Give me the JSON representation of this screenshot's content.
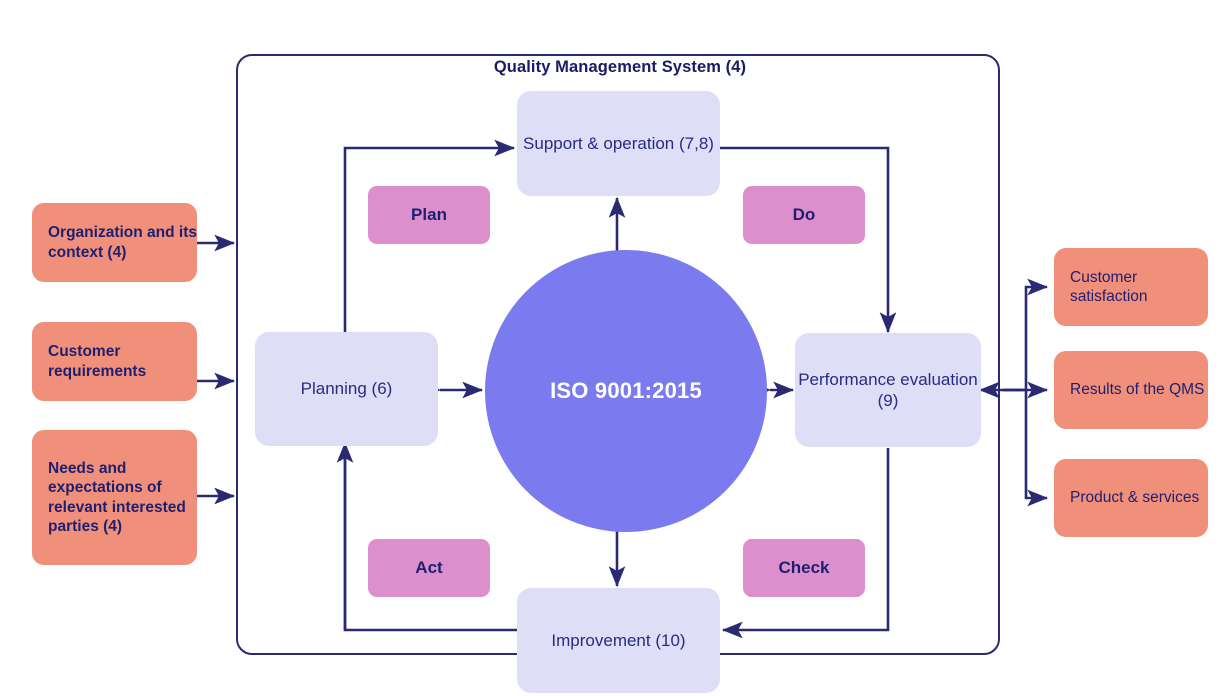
{
  "diagram": {
    "title": "ISO 9001:2015 Quality Management System process model",
    "center": {
      "label": "ISO 9001:2015"
    },
    "qms": {
      "title": "Quality Management System (4)"
    },
    "inputs": [
      {
        "id": "organization-context",
        "label": "Organization and its context (4)"
      },
      {
        "id": "customer-requirements",
        "label": "Customer requirements"
      },
      {
        "id": "interested-parties",
        "label": "Needs and expectations of relevant interested parties (4)"
      }
    ],
    "outputs": [
      {
        "id": "customer-satisfaction",
        "label": "Customer satisfaction"
      },
      {
        "id": "results-qms",
        "label": "Results of the QMS"
      },
      {
        "id": "product-services",
        "label": "Product & services"
      }
    ],
    "processes": [
      {
        "id": "support-operation",
        "label": "Support & operation (7,8)"
      },
      {
        "id": "planning",
        "label": "Planning (6)"
      },
      {
        "id": "performance-evaluation",
        "label": "Performance evaluation (9)"
      },
      {
        "id": "improvement",
        "label": "Improvement (10)"
      }
    ],
    "pdca": [
      {
        "id": "plan",
        "label": "Plan"
      },
      {
        "id": "do",
        "label": "Do"
      },
      {
        "id": "check",
        "label": "Check"
      },
      {
        "id": "act",
        "label": "Act"
      }
    ],
    "colors": {
      "navy": "#2a2a72",
      "coral": "#f0907a",
      "lavender": "#dedef7",
      "pink": "#dd8ecd",
      "periwinkle": "#7b7bef",
      "text_navy": "#1f1f70"
    }
  }
}
